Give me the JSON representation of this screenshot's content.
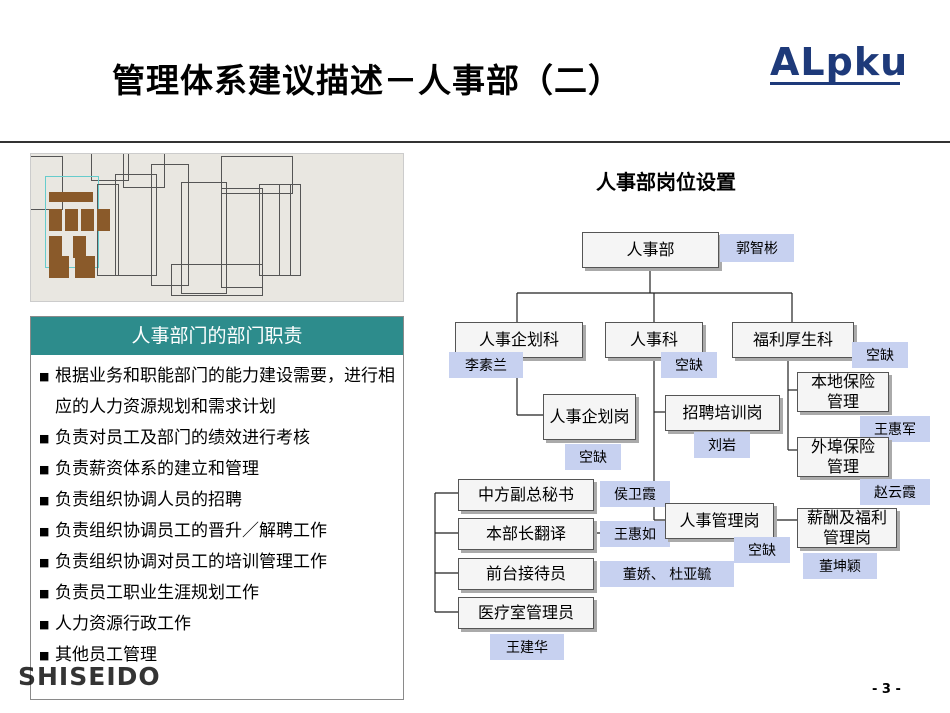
{
  "slide": {
    "title": "管理体系建议描述－人事部（二）",
    "logo": "ALpku",
    "page_number": "- 3 -",
    "brand_mark": "SHISEIDO"
  },
  "duties_panel": {
    "heading": "人事部门的部门职责",
    "items": [
      "根据业务和职能部门的能力建设需要，进行相应的人力资源规划和需求计划",
      "负责对员工及部门的绩效进行考核",
      "负责薪资体系的建立和管理",
      "负责组织协调人员的招聘",
      "负责组织协调员工的晋升／解聘工作",
      "负责组织协调对员工的培训管理工作",
      "负责员工职业生涯规划工作",
      "人力资源行政工作",
      "其他员工管理"
    ]
  },
  "org_chart": {
    "title": "人事部岗位设置",
    "nodes": {
      "hr_dept": "人事部",
      "hr_planning_section": "人事企划科",
      "hr_section": "人事科",
      "welfare_section": "福利厚生科",
      "hr_planning_post": "人事企划岗",
      "recruit_training_post": "招聘培训岗",
      "local_insurance": "本地保险管理",
      "foreign_insurance": "外埠保险管理",
      "deputy_gm_secretary": "中方副总秘书",
      "dept_translator": "本部长翻译",
      "reception": "前台接待员",
      "clinic_manager": "医疗室管理员",
      "hr_admin_post": "人事管理岗",
      "compensation_post": "薪酬及福利管理岗"
    },
    "people": {
      "hr_dept": "郭智彬",
      "hr_planning_section": "李素兰",
      "hr_section": "空缺",
      "welfare_section": "空缺",
      "hr_planning_post": "空缺",
      "recruit_training_post": "刘岩",
      "local_insurance": "王惠军",
      "foreign_insurance": "赵云霞",
      "deputy_gm_secretary": "侯卫霞",
      "dept_translator": "王惠如",
      "reception": "董娇、 杜亚毓",
      "clinic_manager": "王建华",
      "hr_admin_post": "空缺",
      "compensation_post": "董坤颖"
    }
  },
  "colors": {
    "panel_header": "#2d8c8c",
    "name_tag": "#c7d1f0",
    "logo": "#1e3a7a"
  }
}
